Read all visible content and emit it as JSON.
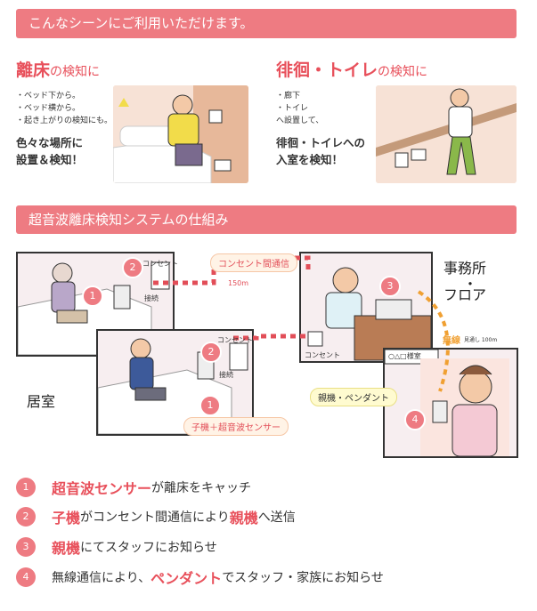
{
  "banner1": "こんなシーンにご利用いただけます。",
  "left": {
    "title_em": "離床",
    "title_rest": "の検知に",
    "bullets": [
      "・ベッド下から。",
      "・ベッド横から。",
      "・起き上がりの検知にも。"
    ],
    "bold1": "色々な場所に",
    "bold2": "設置＆検知！"
  },
  "right": {
    "title_em": "徘徊・トイレ",
    "title_rest": "の検知に",
    "bullets": [
      "・廊下",
      "・トイレ",
      "へ設置して、"
    ],
    "bold1": "徘徊・トイレへの",
    "bold2": "入室を検知！"
  },
  "banner2": "超音波離床検知システムの仕組み",
  "diagram": {
    "powerline_label": "コンセント間通信",
    "dist_150": "150m",
    "outlet": "コンセント",
    "outlet2": "コンセント",
    "outlet3": "コンセント",
    "switch": "接続",
    "switch2": "接続",
    "room_label": "居室",
    "office_label1": "事務所",
    "office_dot": "・",
    "office_label2": "フロア",
    "wireless": "無線",
    "wireless_dist": "見通し 100m",
    "door": "○△□様室",
    "pendant_label": "親機・ペンダント",
    "child_label": "子機＋超音波センサー",
    "nums": [
      "1",
      "2",
      "3",
      "4",
      "1",
      "2"
    ]
  },
  "steps": [
    {
      "n": "1",
      "a": "",
      "em": "超音波センサー",
      "b": "が離床をキャッチ"
    },
    {
      "n": "2",
      "a": "",
      "em": "子機",
      "b": "がコンセント間通信により",
      "em2": "親機",
      "c": "へ送信"
    },
    {
      "n": "3",
      "a": "",
      "em": "親機",
      "b": "にてスタッフにお知らせ"
    },
    {
      "n": "4",
      "a": "無線通信により、",
      "em": "ペンダント",
      "b": "でスタッフ・家族にお知らせ"
    }
  ]
}
